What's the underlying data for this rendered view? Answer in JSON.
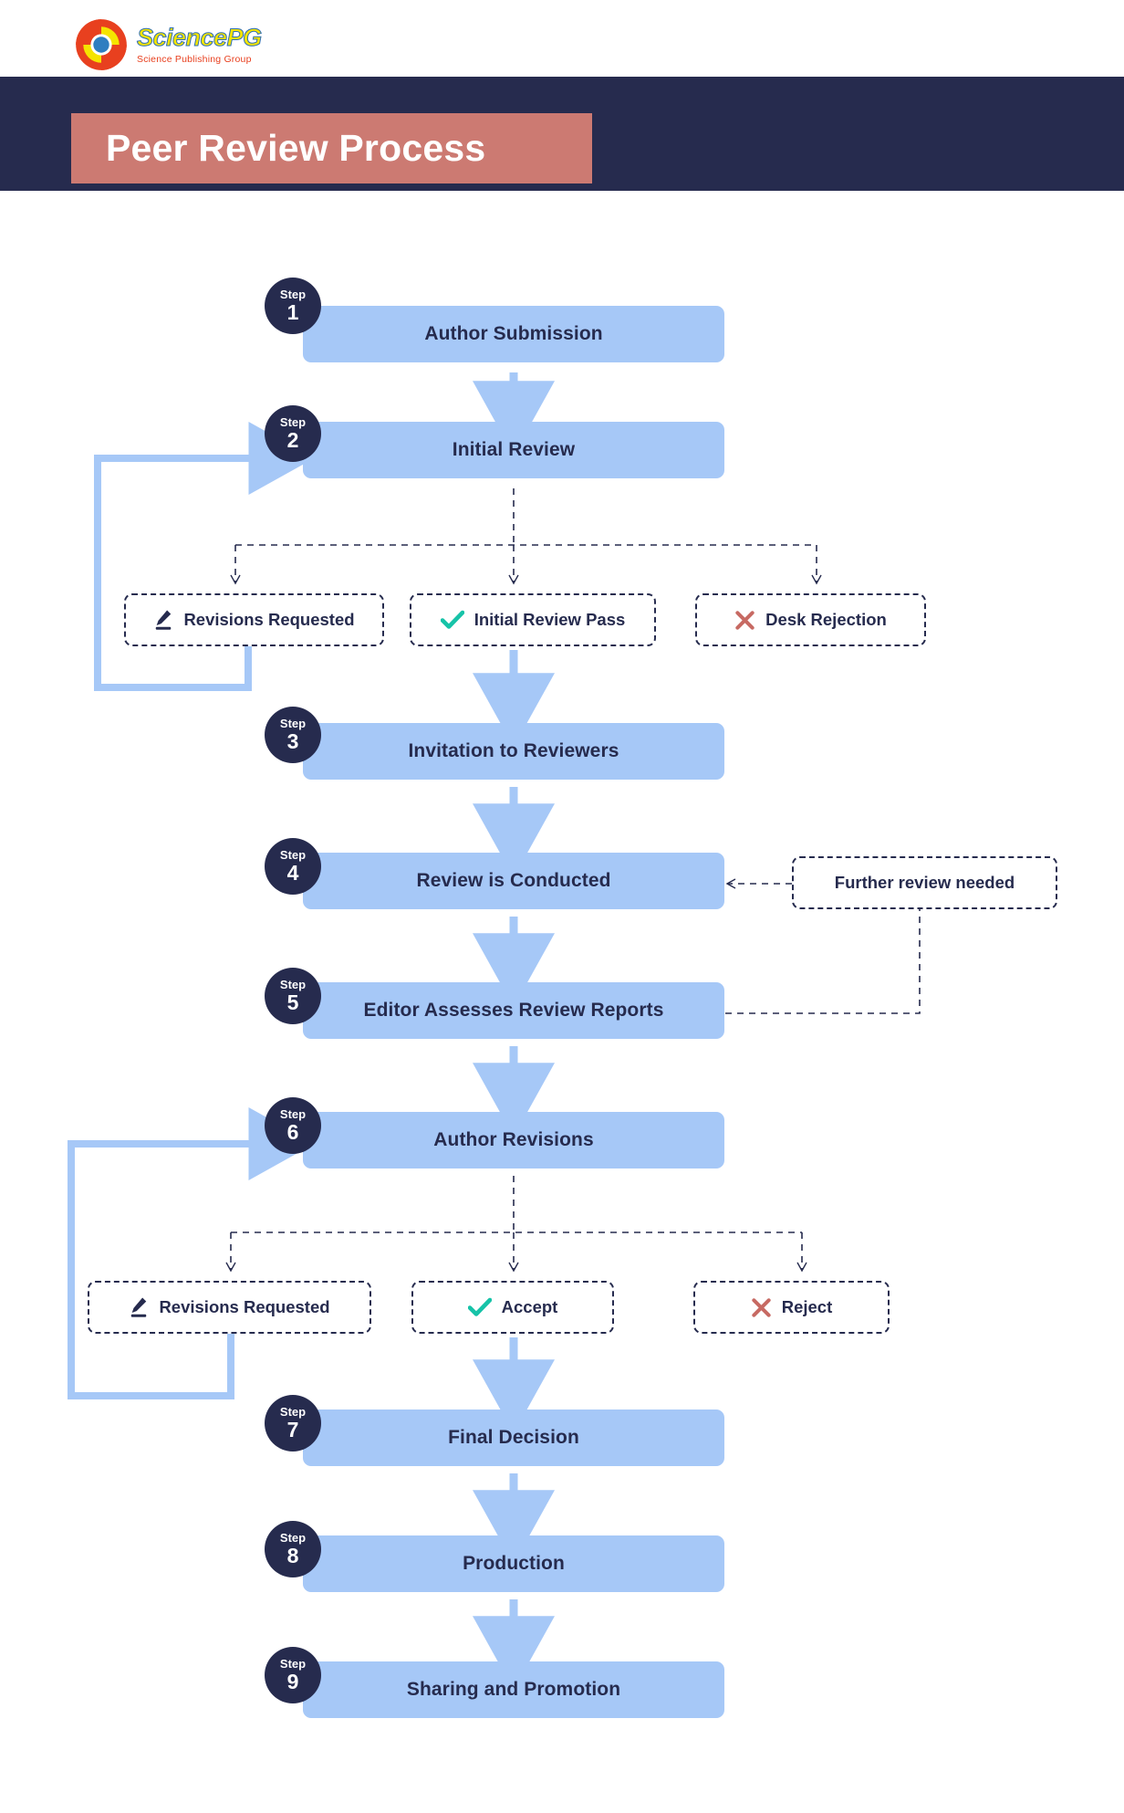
{
  "brand": {
    "logo_icon": "sciencepg-circle-logo",
    "name": "SciencePG",
    "tagline": "Science Publishing Group",
    "colors": {
      "yellow": "#F5E400",
      "red": "#E8401F",
      "blue": "#2f6fb5"
    }
  },
  "header": {
    "title": "Peer Review Process",
    "band_color": "#262B4E",
    "title_box_color": "#CC7A72",
    "title_color": "#FFFFFF"
  },
  "theme": {
    "step_box": "#A6C8F7",
    "badge": "#262B4E",
    "text": "#262B4E",
    "arrow_solid": "#A6C8F7",
    "arrow_dashed": "#262B4E",
    "check": "#17C3A8",
    "cross": "#C76A63",
    "pencil": "#262B4E"
  },
  "badge_word": "Step",
  "steps": [
    {
      "num": "1",
      "label": "Author Submission"
    },
    {
      "num": "2",
      "label": "Initial Review"
    },
    {
      "num": "3",
      "label": "Invitation to Reviewers"
    },
    {
      "num": "4",
      "label": "Review is Conducted"
    },
    {
      "num": "5",
      "label": "Editor Assesses Review Reports"
    },
    {
      "num": "6",
      "label": "Author Revisions"
    },
    {
      "num": "7",
      "label": "Final Decision"
    },
    {
      "num": "8",
      "label": "Production"
    },
    {
      "num": "9",
      "label": "Sharing and Promotion"
    }
  ],
  "outcomes_initial_review": [
    {
      "label": "Revisions Requested",
      "icon": "pencil-icon"
    },
    {
      "label": "Initial Review Pass",
      "icon": "check-icon"
    },
    {
      "label": "Desk Rejection",
      "icon": "cross-icon"
    }
  ],
  "outcomes_author_revisions": [
    {
      "label": "Revisions Requested",
      "icon": "pencil-icon"
    },
    {
      "label": "Accept",
      "icon": "check-icon"
    },
    {
      "label": "Reject",
      "icon": "cross-icon"
    }
  ],
  "side_note": {
    "label": "Further review needed"
  },
  "chart_data": {
    "type": "diagram",
    "title": "Peer Review Process",
    "nodes": [
      {
        "id": "s1",
        "kind": "step",
        "num": 1,
        "label": "Author Submission"
      },
      {
        "id": "s2",
        "kind": "step",
        "num": 2,
        "label": "Initial Review"
      },
      {
        "id": "o1a",
        "kind": "outcome",
        "label": "Revisions Requested"
      },
      {
        "id": "o1b",
        "kind": "outcome",
        "label": "Initial Review Pass"
      },
      {
        "id": "o1c",
        "kind": "outcome",
        "label": "Desk Rejection"
      },
      {
        "id": "s3",
        "kind": "step",
        "num": 3,
        "label": "Invitation to Reviewers"
      },
      {
        "id": "s4",
        "kind": "step",
        "num": 4,
        "label": "Review is Conducted"
      },
      {
        "id": "n1",
        "kind": "note",
        "label": "Further review needed"
      },
      {
        "id": "s5",
        "kind": "step",
        "num": 5,
        "label": "Editor Assesses Review Reports"
      },
      {
        "id": "s6",
        "kind": "step",
        "num": 6,
        "label": "Author Revisions"
      },
      {
        "id": "o2a",
        "kind": "outcome",
        "label": "Revisions Requested"
      },
      {
        "id": "o2b",
        "kind": "outcome",
        "label": "Accept"
      },
      {
        "id": "o2c",
        "kind": "outcome",
        "label": "Reject"
      },
      {
        "id": "s7",
        "kind": "step",
        "num": 7,
        "label": "Final Decision"
      },
      {
        "id": "s8",
        "kind": "step",
        "num": 8,
        "label": "Production"
      },
      {
        "id": "s9",
        "kind": "step",
        "num": 9,
        "label": "Sharing and Promotion"
      }
    ],
    "edges": [
      {
        "from": "s1",
        "to": "s2",
        "style": "solid"
      },
      {
        "from": "s2",
        "to": "o1a",
        "style": "dashed"
      },
      {
        "from": "s2",
        "to": "o1b",
        "style": "dashed"
      },
      {
        "from": "s2",
        "to": "o1c",
        "style": "dashed"
      },
      {
        "from": "o1a",
        "to": "s2",
        "style": "solid-loop"
      },
      {
        "from": "o1b",
        "to": "s3",
        "style": "solid"
      },
      {
        "from": "s3",
        "to": "s4",
        "style": "solid"
      },
      {
        "from": "n1",
        "to": "s4",
        "style": "dashed"
      },
      {
        "from": "s5",
        "to": "n1",
        "style": "dashed"
      },
      {
        "from": "s4",
        "to": "s5",
        "style": "solid"
      },
      {
        "from": "s5",
        "to": "s6",
        "style": "solid"
      },
      {
        "from": "s6",
        "to": "o2a",
        "style": "dashed"
      },
      {
        "from": "s6",
        "to": "o2b",
        "style": "dashed"
      },
      {
        "from": "s6",
        "to": "o2c",
        "style": "dashed"
      },
      {
        "from": "o2a",
        "to": "s6",
        "style": "solid-loop"
      },
      {
        "from": "o2b",
        "to": "s7",
        "style": "solid"
      },
      {
        "from": "s7",
        "to": "s8",
        "style": "solid"
      },
      {
        "from": "s8",
        "to": "s9",
        "style": "solid"
      }
    ]
  }
}
